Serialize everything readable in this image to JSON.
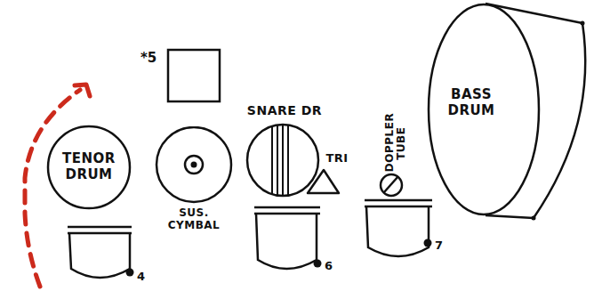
{
  "diagram": {
    "nodes": [
      {
        "text": [
          "TENOR DRUM"
        ]
      },
      {
        "text": [
          "SUS. CYMBAL"
        ]
      },
      {
        "text": [
          "SNARE DR"
        ]
      },
      {
        "text": [
          "TRI"
        ]
      },
      {
        "text": [
          "DOPPLER TUBE"
        ]
      },
      {
        "text": [
          "BASS DRUM"
        ]
      }
    ],
    "labels": [
      "*5",
      "4",
      "6",
      "7"
    ]
  }
}
